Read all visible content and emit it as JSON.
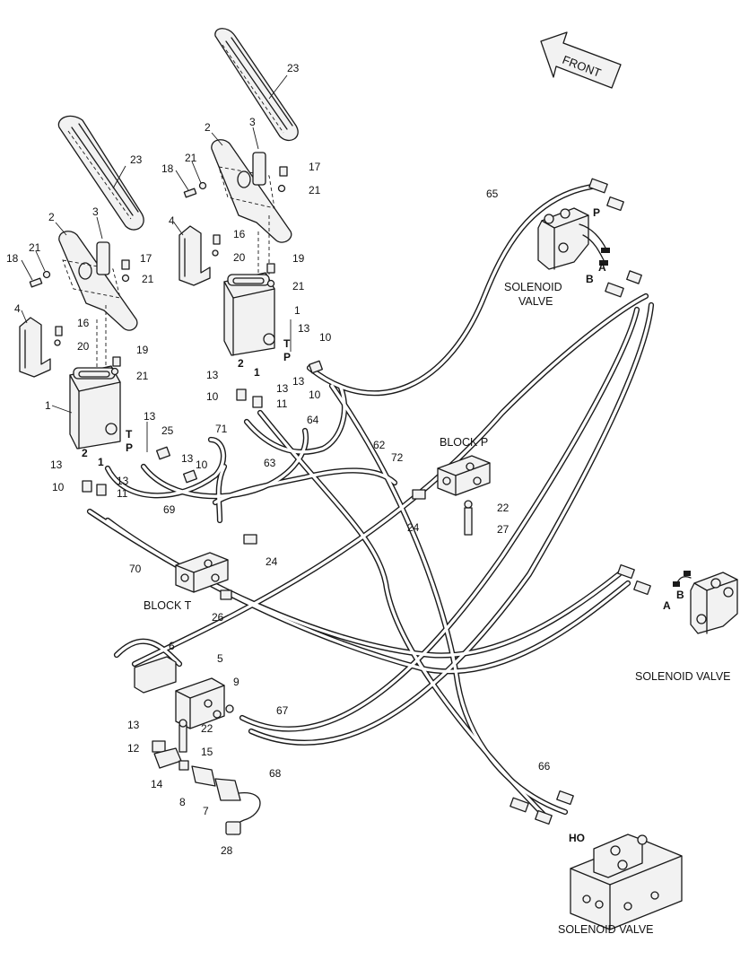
{
  "labels": {
    "front": "FRONT",
    "block_p": "BLOCK P",
    "block_t": "BLOCK T",
    "solenoid_valve_right_line1": "SOLENOID",
    "solenoid_valve_right_line2": "VALVE",
    "solenoid_valve_middle": "SOLENOID VALVE",
    "solenoid_valve_bottom": "SOLENOID VALVE"
  },
  "port_letters": {
    "T_left": "T",
    "P_left": "P",
    "T_right": "T",
    "P_right": "P",
    "two_left": "2",
    "one_left": "1",
    "two_right": "2",
    "one_right": "1",
    "P_valve": "P",
    "A_valve": "A",
    "B_valve": "B",
    "B_valve2": "B",
    "A_valve2": "A",
    "HO": "HO"
  },
  "callouts": {
    "c23a": "23",
    "c23b": "23",
    "c2a": "2",
    "c3a": "3",
    "c2b": "2",
    "c3b": "3",
    "c18a": "18",
    "c21a": "21",
    "c17a": "17",
    "c21b": "21",
    "c18b": "18",
    "c21c": "21",
    "c17b": "17",
    "c21d": "21",
    "c4a": "4",
    "c16a": "16",
    "c20a": "20",
    "c4b": "4",
    "c16b": "16",
    "c20b": "20",
    "c19a": "19",
    "c21e": "21",
    "c19b": "19",
    "c21f": "21",
    "c1a": "1",
    "c1b": "1",
    "c13a": "13",
    "c10a": "10",
    "c13b": "13",
    "c10b": "10",
    "c13c": "13",
    "c10c": "10",
    "c13d": "13",
    "c11a": "11",
    "c13e": "13",
    "c25": "25",
    "c13f": "13",
    "c10d": "10",
    "c13g": "13",
    "c10e": "10",
    "c13h": "13",
    "c11b": "11",
    "c71": "71",
    "c64": "64",
    "c63": "63",
    "c62": "62",
    "c65": "65",
    "c72": "72",
    "c22a": "22",
    "c24a": "24",
    "c27": "27",
    "c69": "69",
    "c70": "70",
    "c24b": "24",
    "c26": "26",
    "c6": "6",
    "c5": "5",
    "c9": "9",
    "c22b": "22",
    "c15": "15",
    "c13i": "13",
    "c12": "12",
    "c14": "14",
    "c8": "8",
    "c7": "7",
    "c28": "28",
    "c67": "67",
    "c68": "68",
    "c66": "66"
  }
}
